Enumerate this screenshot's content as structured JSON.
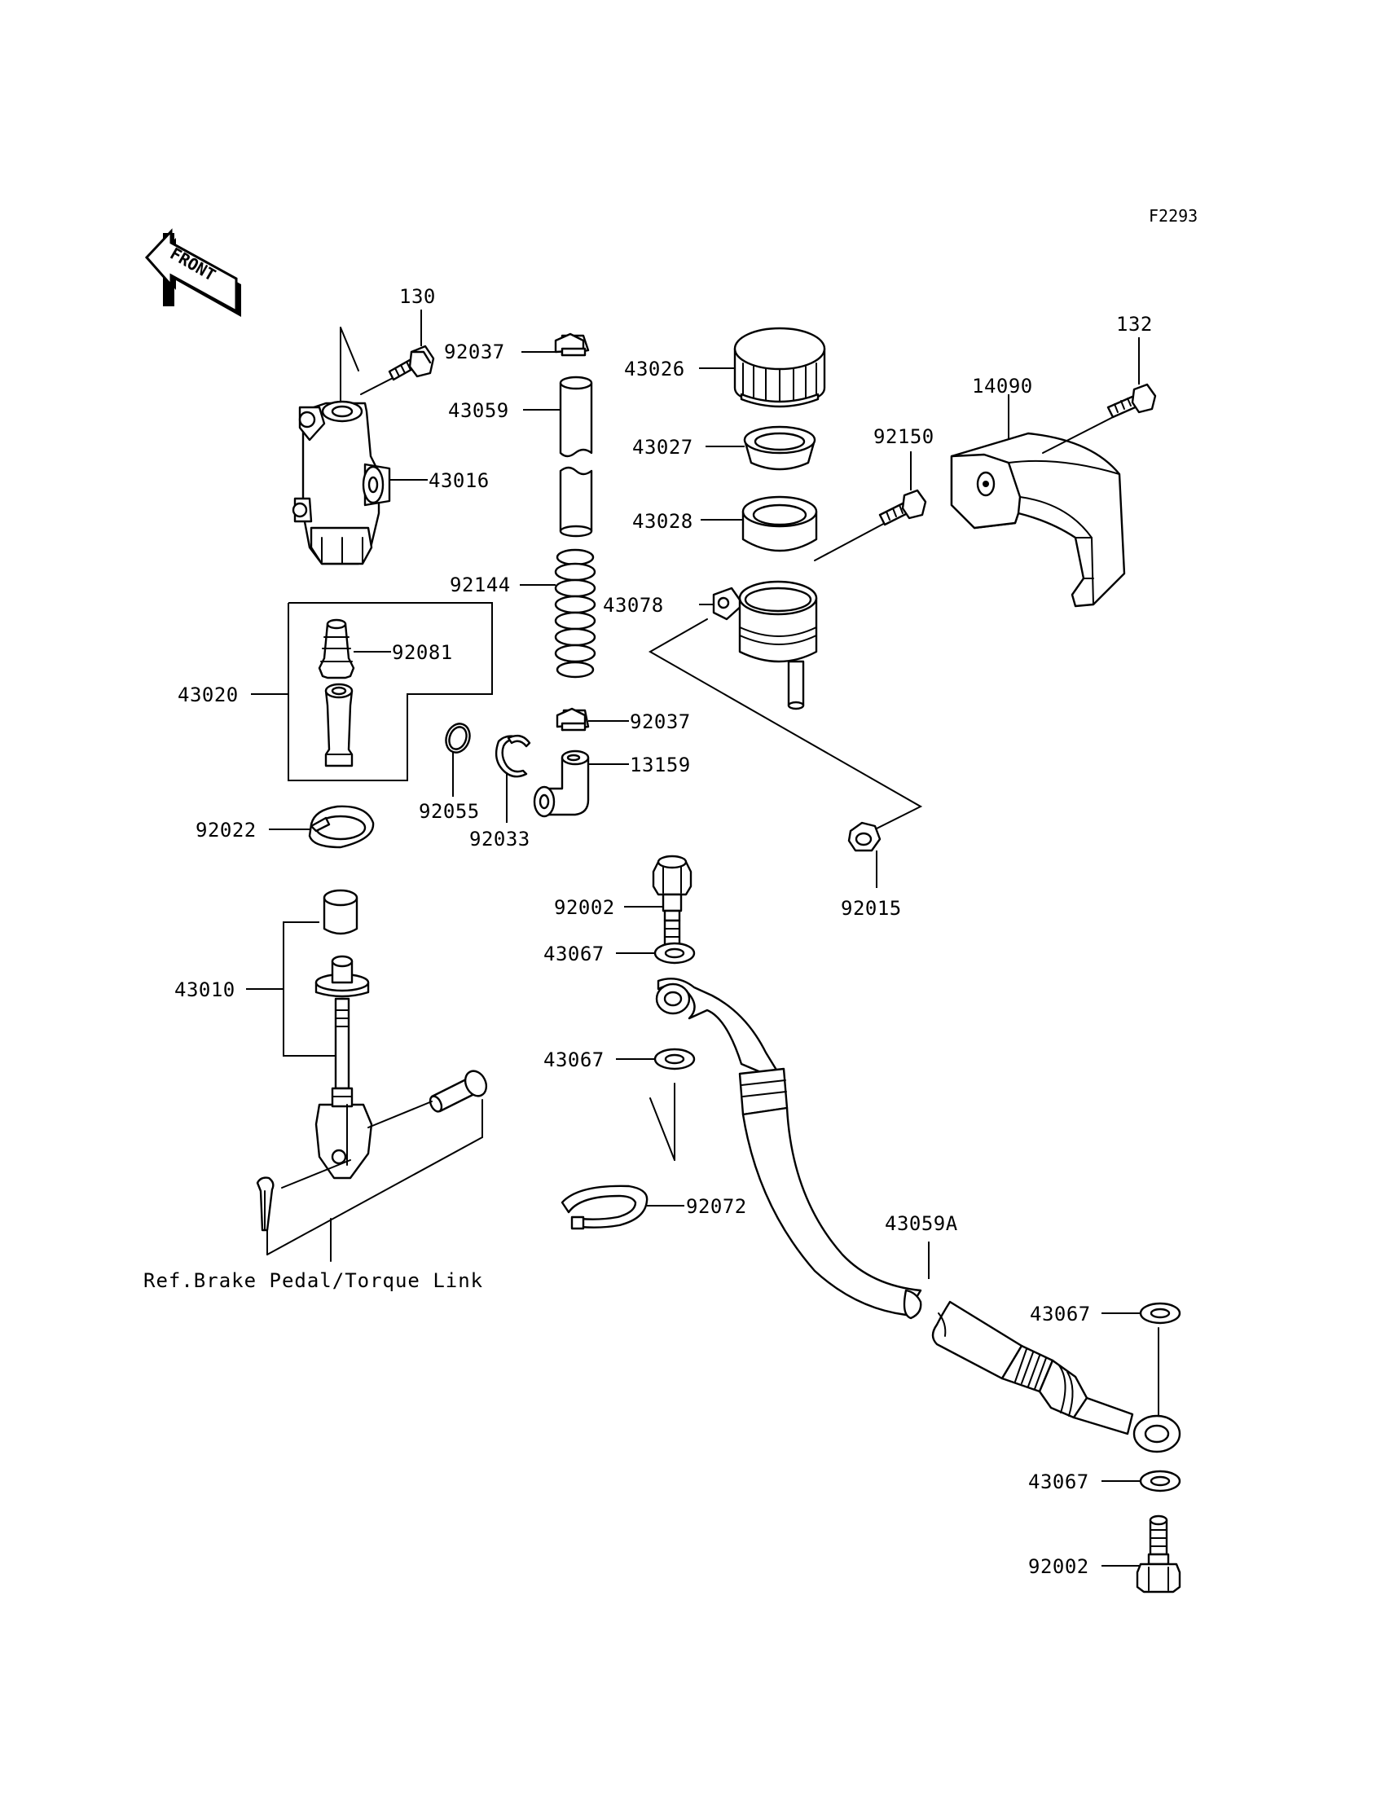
{
  "diagram": {
    "code": "F2293",
    "front_label": "FRONT",
    "ref_note": "Ref.Brake Pedal/Torque Link"
  },
  "parts": {
    "p130": "130",
    "p92037a": "92037",
    "p43026": "43026",
    "p132": "132",
    "p14090": "14090",
    "p43059": "43059",
    "p43027": "43027",
    "p92150": "92150",
    "p43016": "43016",
    "p43028": "43028",
    "p92144": "92144",
    "p43078": "43078",
    "p92081": "92081",
    "p43020": "43020",
    "p92037b": "92037",
    "p13159": "13159",
    "p92055": "92055",
    "p92033": "92033",
    "p92022": "92022",
    "p92015": "92015",
    "p92002a": "92002",
    "p43067a": "43067",
    "p43010": "43010",
    "p43067b": "43067",
    "p92072": "92072",
    "p43059A": "43059A",
    "p43067c": "43067",
    "p43067d": "43067",
    "p92002b": "92002"
  }
}
